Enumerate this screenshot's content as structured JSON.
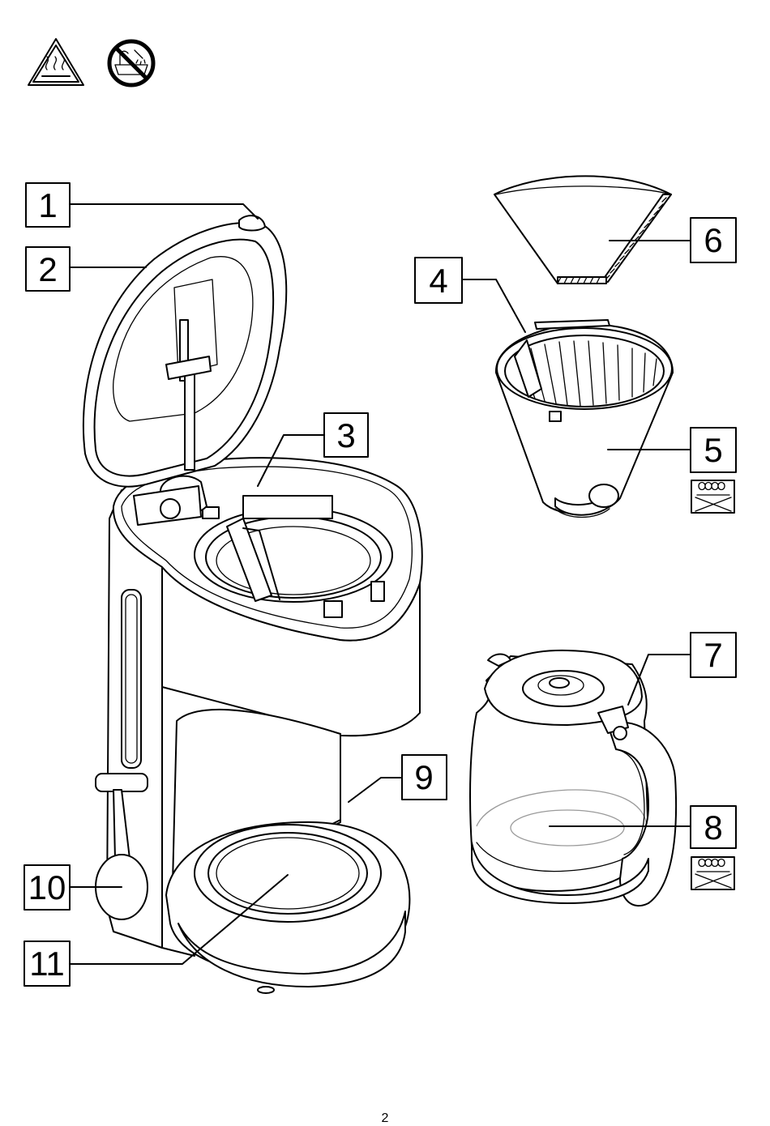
{
  "warnings": [
    {
      "icon": "hot-surface-warning-icon"
    },
    {
      "icon": "no-immersion-icon"
    }
  ],
  "callouts": [
    {
      "number": "1",
      "part": "lid-hinge"
    },
    {
      "number": "2",
      "part": "lid"
    },
    {
      "number": "3",
      "part": "water-tank"
    },
    {
      "number": "4",
      "part": "filter-holder-handle"
    },
    {
      "number": "5",
      "part": "filter-holder"
    },
    {
      "number": "6",
      "part": "paper-filter"
    },
    {
      "number": "7",
      "part": "carafe-lid-latch"
    },
    {
      "number": "8",
      "part": "glass-carafe"
    },
    {
      "number": "9",
      "part": "carafe-seat"
    },
    {
      "number": "10",
      "part": "measuring-spoon"
    },
    {
      "number": "11",
      "part": "warming-plate"
    }
  ],
  "dishwasher_icons": [
    {
      "icon": "not-dishwasher-safe-icon",
      "for": "5"
    },
    {
      "icon": "not-dishwasher-safe-icon",
      "for": "8"
    }
  ],
  "page_number": "2"
}
